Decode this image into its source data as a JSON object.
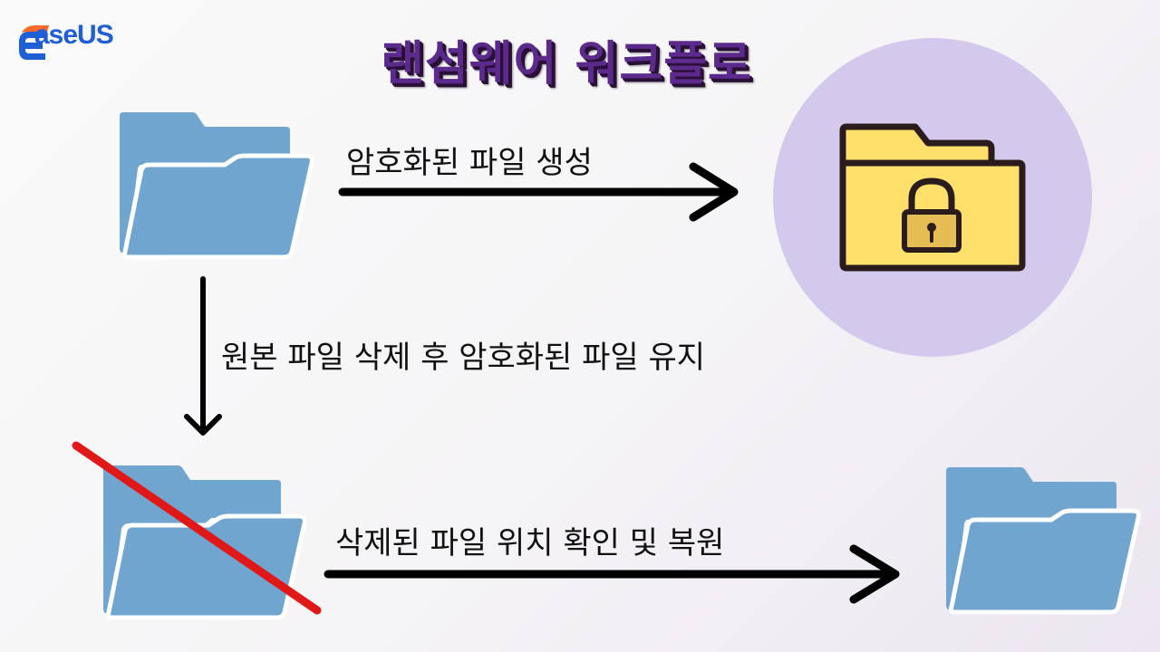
{
  "brand": {
    "name": "EaseUS",
    "logo_letter": "E",
    "text_rest": "aseUS",
    "color": "#1f5fd6",
    "accent": "#ff6a2b"
  },
  "diagram": {
    "title": "랜섬웨어 워크플로",
    "steps": {
      "encrypt": "암호화된 파일 생성",
      "delete_original": "원본 파일 삭제 후 암호화된 파일 유지",
      "recover": "삭제된 파일 위치 확인 및 복원"
    },
    "icons": {
      "original": "folder-icon",
      "encrypted": "locked-folder-icon",
      "deleted": "crossed-folder-icon",
      "restored": "folder-icon"
    },
    "colors": {
      "folder": "#6fa5ce",
      "locked_folder": "#ffe06b",
      "circle": "#d3c9ec",
      "strike": "#e01818",
      "title": "#5b2a8c"
    }
  }
}
